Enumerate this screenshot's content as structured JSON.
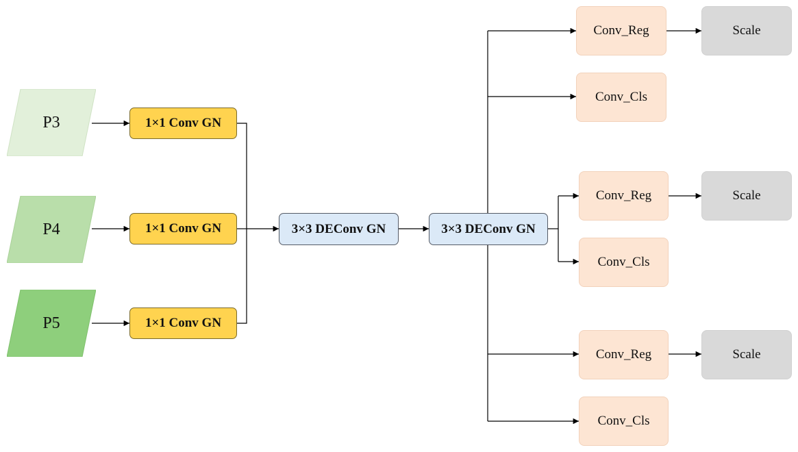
{
  "inputs": [
    {
      "label": "P3",
      "color": "#e2f0da"
    },
    {
      "label": "P4",
      "color": "#b9deaa"
    },
    {
      "label": "P5",
      "color": "#8ecf7c"
    }
  ],
  "conv": [
    "1×1 Conv GN",
    "1×1 Conv GN",
    "1×1 Conv GN"
  ],
  "deconv": [
    "3×3 DEConv GN",
    "3×3 DEConv GN"
  ],
  "heads": [
    {
      "reg": "Conv_Reg",
      "cls": "Conv_Cls",
      "scale": "Scale"
    },
    {
      "reg": "Conv_Reg",
      "cls": "Conv_Cls",
      "scale": "Scale"
    },
    {
      "reg": "Conv_Reg",
      "cls": "Conv_Cls",
      "scale": "Scale"
    }
  ],
  "colors": {
    "conv_fill": "#ffd34f",
    "deconv_fill": "#dbe9f7",
    "head_fill": "#fde5d3",
    "scale_fill": "#d9d9d9",
    "line": "#000000"
  }
}
